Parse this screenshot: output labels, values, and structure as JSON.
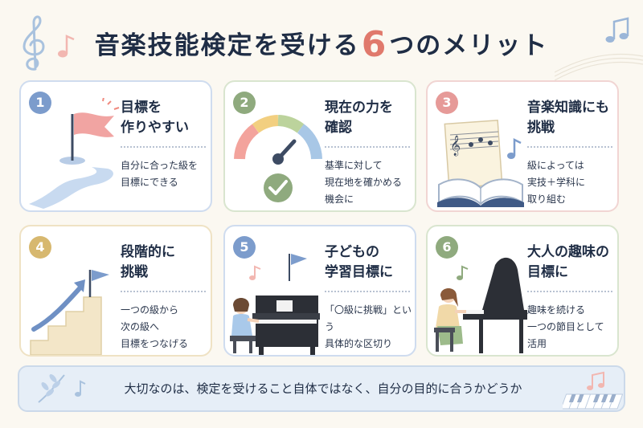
{
  "title": {
    "main": "音楽技能検定を受ける",
    "number": "6",
    "suffix": "つのメリット"
  },
  "cards": [
    {
      "number": "1",
      "heading_line1": "目標を",
      "heading_line2": "作りやすい",
      "body_line1": "自分に合った級を",
      "body_line2": "目標にできる",
      "body_line3": ""
    },
    {
      "number": "2",
      "heading_line1": "現在の力を",
      "heading_line2": "確認",
      "body_line1": "基準に対して",
      "body_line2": "現在地を確かめる",
      "body_line3": "機会に"
    },
    {
      "number": "3",
      "heading_line1": "音楽知識にも",
      "heading_line2": "挑戦",
      "body_line1": "級によっては",
      "body_line2": "実技＋学科に",
      "body_line3": "取り組む"
    },
    {
      "number": "4",
      "heading_line1": "段階的に",
      "heading_line2": "挑戦",
      "body_line1": "一つの級から",
      "body_line2": "次の級へ",
      "body_line3": "目標をつなげる"
    },
    {
      "number": "5",
      "heading_line1": "子どもの",
      "heading_line2": "学習目標に",
      "body_line1": "「〇級に挑戦」という",
      "body_line2": "具体的な区切り",
      "body_line3": ""
    },
    {
      "number": "6",
      "heading_line1": "大人の趣味の",
      "heading_line2": "目標に",
      "body_line1": "趣味を続ける",
      "body_line2": "一つの節目として",
      "body_line3": "活用"
    }
  ],
  "banner": {
    "text": "大切なのは、検定を受けること自体ではなく、自分の目的に合うかどうか"
  },
  "colors": {
    "title_accent": "#e0796c",
    "badge_blue": "#7c9ccc",
    "badge_green": "#8faa7e",
    "badge_pink": "#e69a98",
    "badge_gold": "#d7b86f",
    "text_dark": "#1f2d45"
  },
  "icons": [
    "treble-clef-icon",
    "music-note-icon",
    "flag-icon",
    "gauge-icon",
    "check-icon",
    "sheet-music-book-icon",
    "stairs-arrow-icon",
    "upright-piano-icon",
    "grand-piano-icon",
    "leaf-sprig-icon",
    "piano-keys-icon"
  ]
}
